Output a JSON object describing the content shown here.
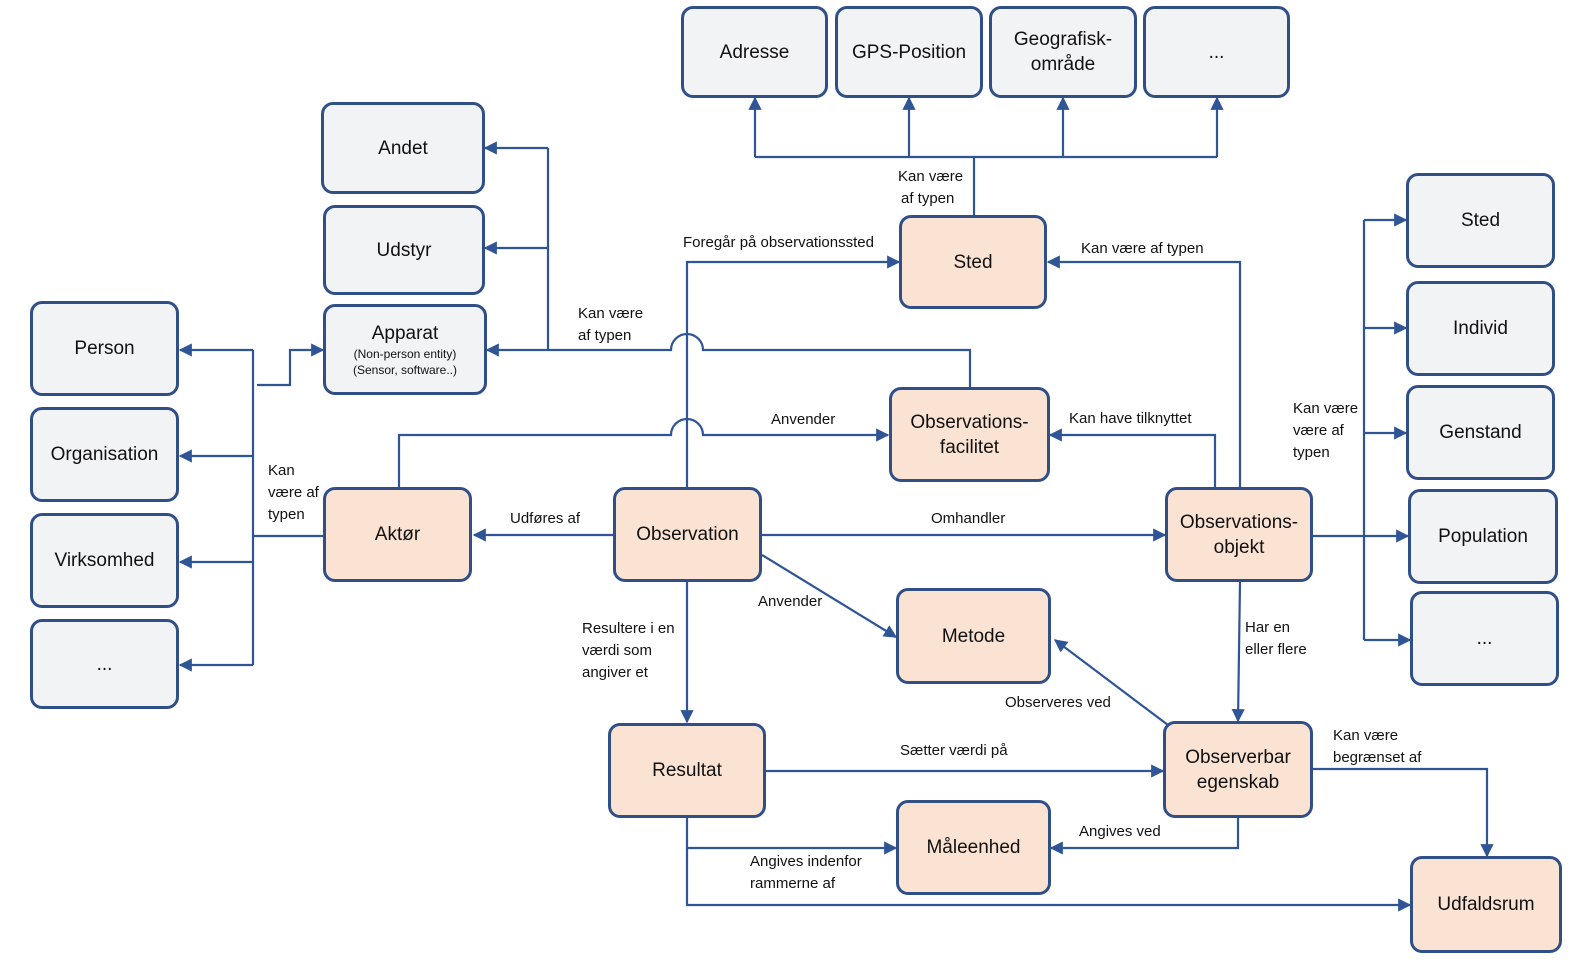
{
  "colors": {
    "line": "#2f5597",
    "box_border": "#2f4f86",
    "box_grey": "#f2f3f5",
    "box_peach": "#fbe3d4"
  },
  "nodes": {
    "adresse": "Adresse",
    "gps_position": "GPS-Position",
    "geografisk_omraade": [
      "Geografisk-",
      "område"
    ],
    "steds_type_more": "...",
    "andet": "Andet",
    "udstyr": "Udstyr",
    "apparat": {
      "title": "Apparat",
      "line1": "(Non-person entity)",
      "line2": "(Sensor, software..)"
    },
    "person": "Person",
    "organisation": "Organisation",
    "virksomhed": "Virksomhed",
    "aktoer_type_more": "...",
    "sted": "Sted",
    "observationsfacilitet": [
      "Observations-",
      "facilitet"
    ],
    "aktoer": "Aktør",
    "observation": "Observation",
    "observationsobjekt": [
      "Observations-",
      "objekt"
    ],
    "metode": "Metode",
    "resultat": "Resultat",
    "observerbar_egenskab": [
      "Observerbar",
      "egenskab"
    ],
    "maaleenhed": "Måleenhed",
    "udfaldsrum": "Udfaldsrum",
    "objekt_sted": "Sted",
    "individ": "Individ",
    "genstand": "Genstand",
    "population": "Population",
    "objekt_type_more": "..."
  },
  "edge_labels": {
    "sted_kan_vaere": [
      "Kan være",
      "af typen"
    ],
    "foregaar": "Foregår på observationssted",
    "objekt_kan_vaere_sted": "Kan være af typen",
    "apparat_kan_vaere": [
      "Kan være",
      "af typen"
    ],
    "anvender_facilitet": "Anvender",
    "kan_have_tilknyttet": "Kan have tilknyttet",
    "aktoer_kan_vaere": [
      "Kan",
      "være af",
      "typen"
    ],
    "udfoeres_af": "Udføres af",
    "omhandler": "Omhandler",
    "objekt_kan_vaere": [
      "Kan være",
      "være af",
      "typen"
    ],
    "anvender_metode": "Anvender",
    "resultere": [
      "Resultere i en",
      "værdi som",
      "angiver et"
    ],
    "har_en_eller_flere": [
      "Har en",
      "eller flere"
    ],
    "observeres_ved": "Observeres ved",
    "saetter_vaerdi": "Sætter værdi på",
    "begraenset": [
      "Kan være",
      "begrænset af"
    ],
    "angives_ved": "Angives ved",
    "angives_indenfor": [
      "Angives indenfor",
      "rammerne af"
    ]
  }
}
